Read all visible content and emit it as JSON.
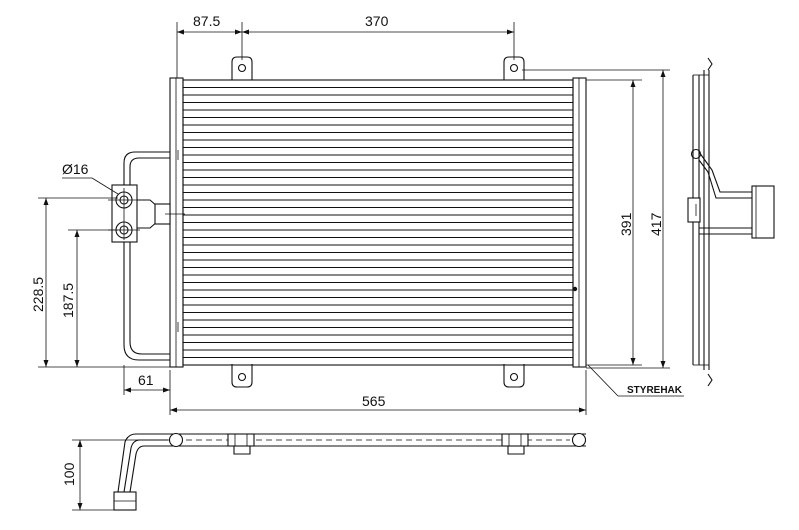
{
  "dimensions": {
    "top_offset": "87.5",
    "top_span": "370",
    "bolt_diameter": "Ø16",
    "inner_height": "391",
    "outer_height": "417",
    "pipe_height_outer": "228.5",
    "pipe_height_inner": "187.5",
    "pipe_offset": "61",
    "overall_width": "565",
    "bottom_view_height": "100"
  },
  "labels": {
    "styrehak": "STYREHAK"
  },
  "core": {
    "fin_count": 38
  }
}
